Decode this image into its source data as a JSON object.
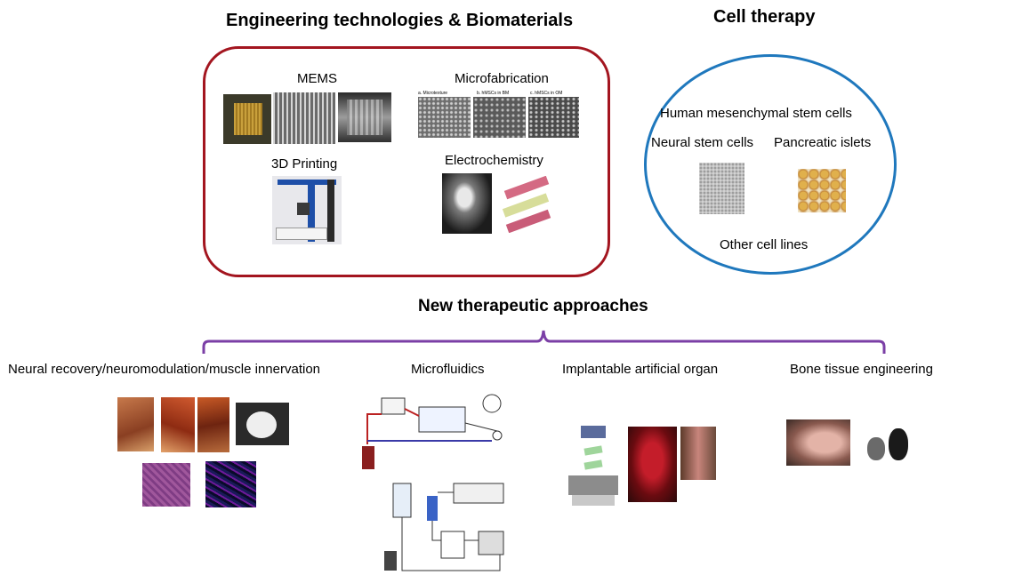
{
  "engineering": {
    "title": "Engineering technologies  & Biomaterials",
    "mems": "MEMS",
    "microfabrication": "Microfabrication",
    "printing": "3D Printing",
    "electrochemistry": "Electrochemistry",
    "microfab_captions": [
      "a. Microtexture",
      "b. hMSCs in BM",
      "c. hMSCs in OM"
    ]
  },
  "cell_therapy": {
    "title": "Cell therapy",
    "hmsc": "Human mesenchymal stem cells",
    "neural": "Neural stem cells",
    "pancreatic": "Pancreatic islets",
    "other": "Other cell lines"
  },
  "approaches": {
    "title": "New therapeutic approaches",
    "items": [
      {
        "label": "Neural recovery/neuromodulation/muscle innervation"
      },
      {
        "label": "Microfluidics"
      },
      {
        "label": "Implantable artificial organ"
      },
      {
        "label": "Bone tissue engineering"
      }
    ]
  },
  "colors": {
    "engineering_border": "#a3151f",
    "cell_border": "#1f78bd",
    "bracket": "#7b3fa6"
  }
}
